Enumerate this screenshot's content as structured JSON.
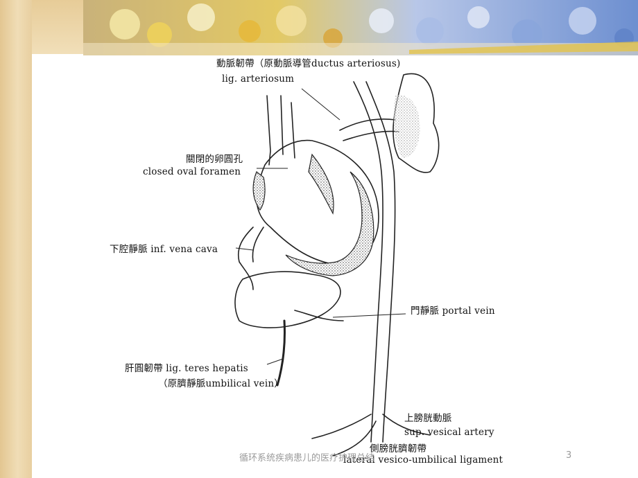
{
  "labels": {
    "ductus": "動脈韌帶（原動脈導管ductus arteriosus)",
    "lig_arteriosum": "lig. arteriosum",
    "foramen_cn": "關閉的卵圓孔",
    "foramen_en": "closed oval foramen",
    "vena_cava": "下腔靜脈 inf. vena cava",
    "portal_vein": "門靜脈 portal vein",
    "teres": "肝圓韌帶 lig. teres hepatis",
    "umbilical_vein": "（原臍靜脈umbilical vein）",
    "sup_vesical_cn": "上膀胱動脈",
    "sup_vesical_en": "sup. vesical artery",
    "lateral_cn": "側膀胱臍韌帶",
    "lateral_en": "lateral vesico-umbilical ligament"
  },
  "footer": {
    "text": "循环系统疾病患儿的医疗护理总结",
    "page": "3"
  },
  "colors": {
    "banner_blue": "#7f9fd6",
    "banner_yellow": "#e7c54e",
    "parchment": "#e9d2a6"
  }
}
